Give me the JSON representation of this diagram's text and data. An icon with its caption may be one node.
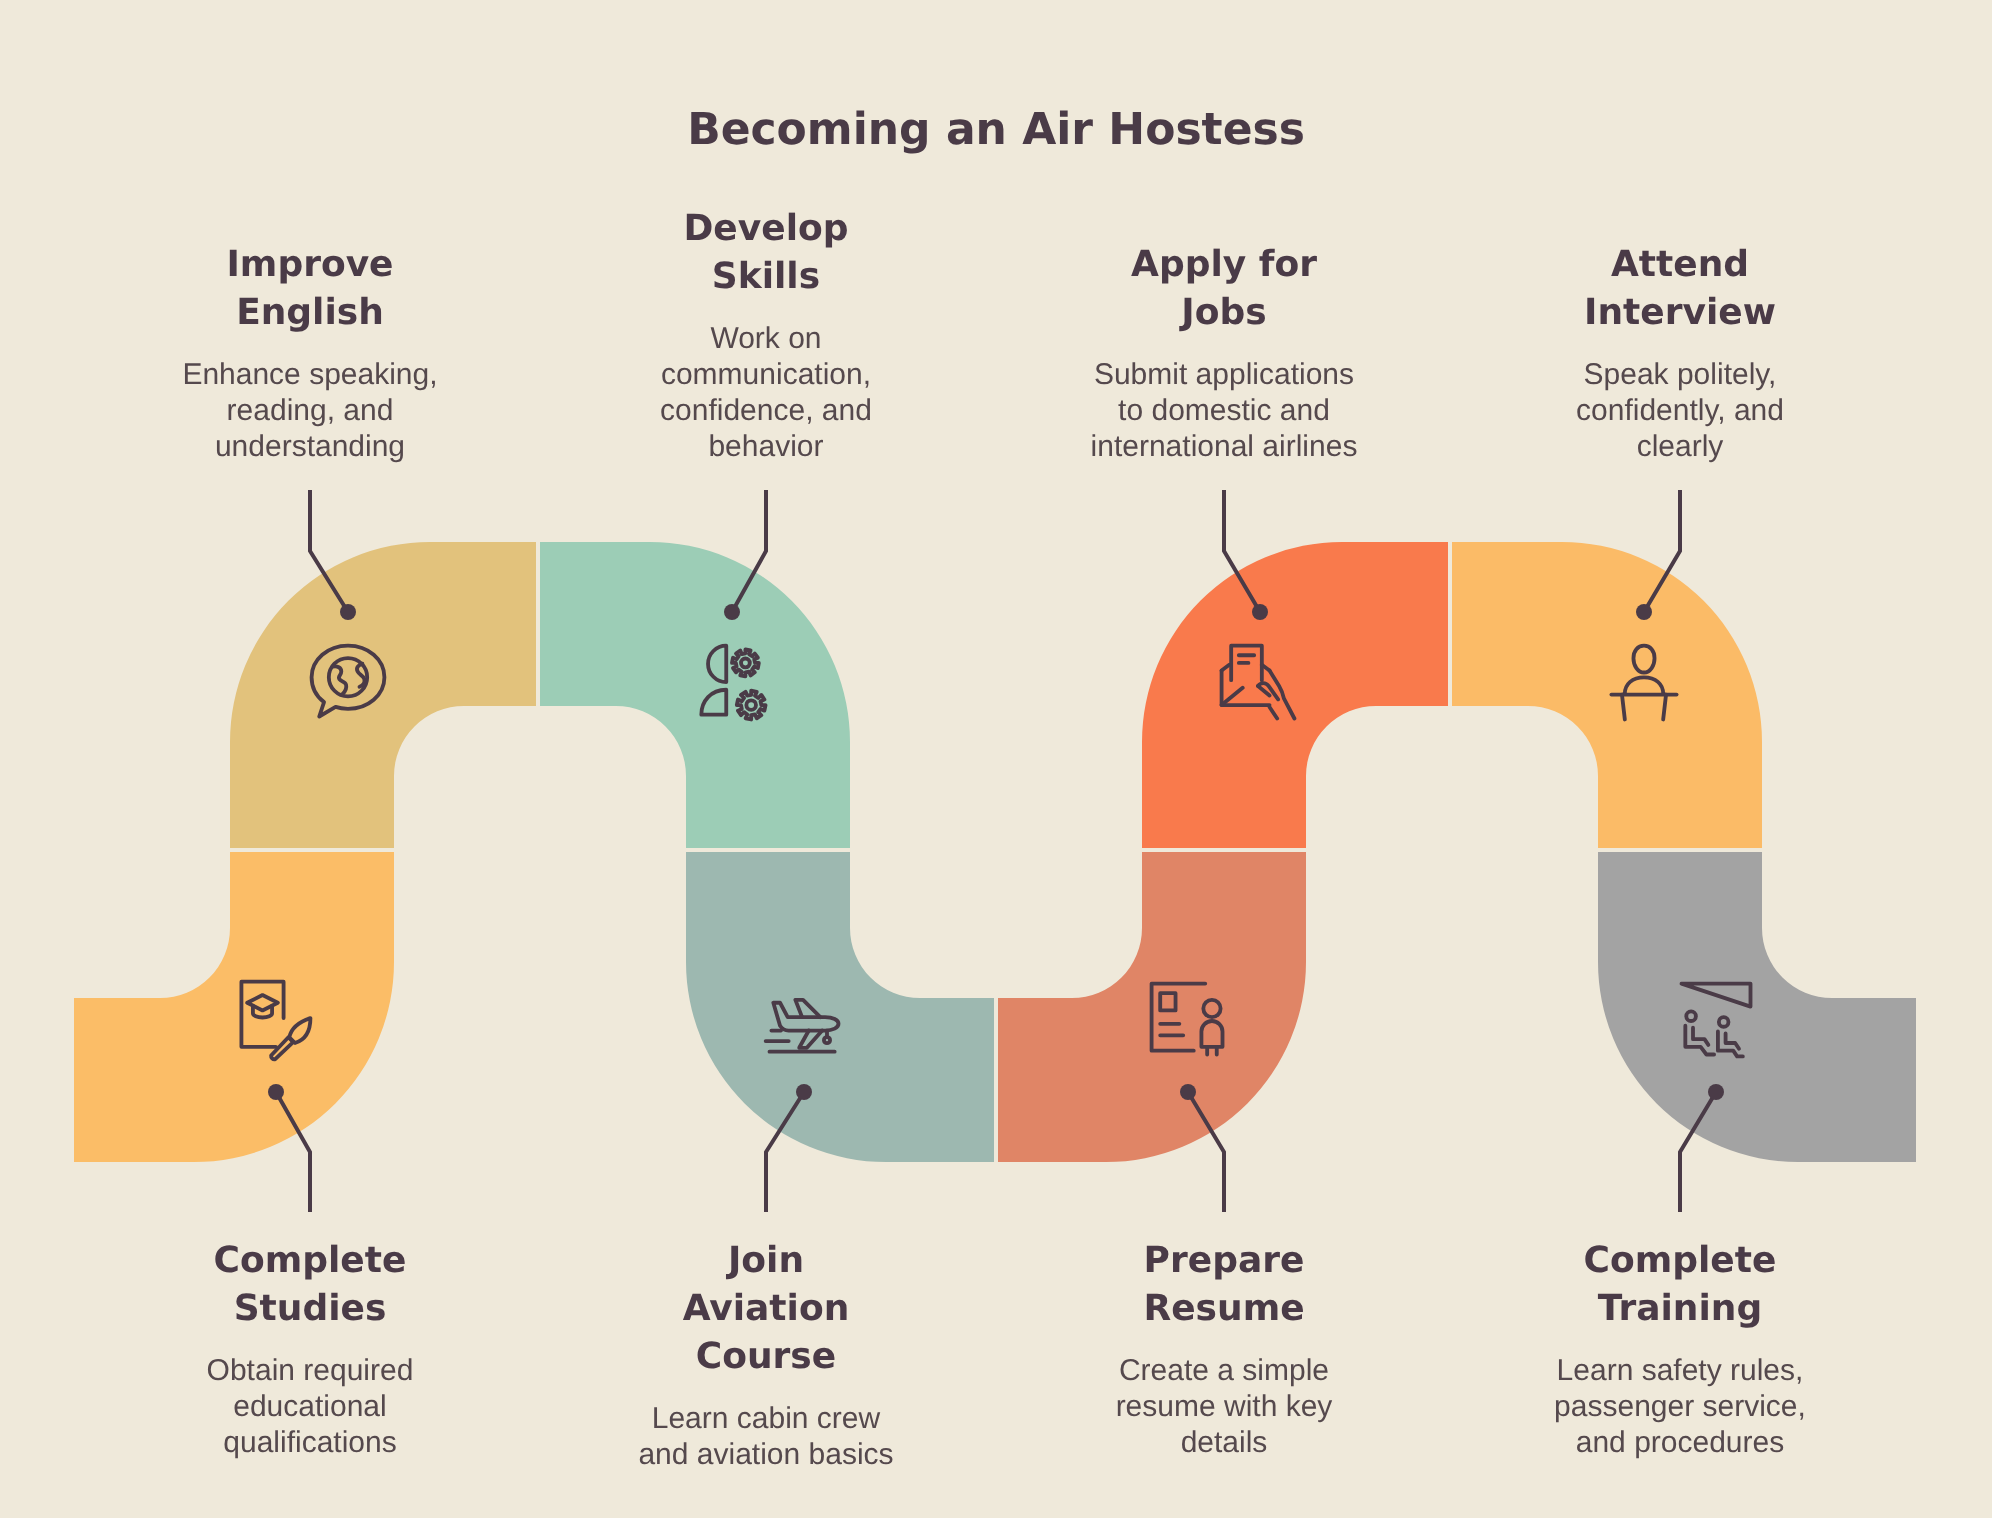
{
  "diagram": {
    "title": "Becoming an Air Hostess",
    "nodes": [
      {
        "text": [
          "Complete Studies",
          "Obtain required educational qualifications"
        ]
      },
      {
        "text": [],
        "shape": "band"
      },
      {
        "text": [
          "Improve English",
          "Enhance speaking, reading, and understanding"
        ]
      },
      {
        "text": [],
        "shape": "band"
      },
      {
        "text": [
          "Develop Skills",
          "Work on communication, confidence, and behavior"
        ]
      },
      {
        "text": [],
        "shape": "band"
      },
      {
        "text": [
          "Join Aviation Course",
          "Learn cabin crew and aviation basics"
        ]
      },
      {
        "text": [],
        "shape": "band"
      },
      {
        "text": [
          "Prepare Resume",
          "Create a simple resume with key details"
        ]
      },
      {
        "text": [],
        "shape": "band"
      },
      {
        "text": [
          "Apply for Jobs",
          "Submit applications to domestic and international airlines"
        ]
      },
      {
        "text": [],
        "shape": "band"
      },
      {
        "text": [
          "Attend Interview",
          "Speak politely, confidently, and clearly"
        ]
      },
      {
        "text": [],
        "shape": "band"
      },
      {
        "text": [
          "Complete Training",
          "Learn safety rules, passenger service, and procedures"
        ]
      },
      {
        "text": [],
        "shape": "band"
      }
    ],
    "edges": [
      {
        "from": 0,
        "to": 1,
        "arrow": "other"
      },
      {
        "from": 2,
        "to": 3,
        "arrow": "other"
      },
      {
        "from": 4,
        "to": 5,
        "arrow": "other"
      },
      {
        "from": 6,
        "to": 7,
        "arrow": "other"
      },
      {
        "from": 8,
        "to": 9,
        "arrow": "other"
      },
      {
        "from": 10,
        "to": 11,
        "arrow": "other"
      },
      {
        "from": 12,
        "to": 13,
        "arrow": "other"
      },
      {
        "from": 14,
        "to": 15,
        "arrow": "other"
      }
    ]
  }
}
